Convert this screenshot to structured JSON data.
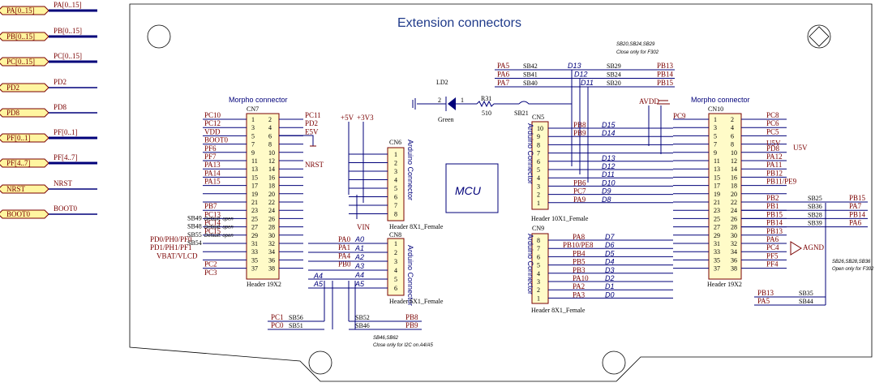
{
  "title": "Extension connectors",
  "ports": [
    "PA[0..15]",
    "PB[0..15]",
    "PC[0..15]",
    "PD2",
    "PD8",
    "PF[0..1]",
    "PF[4..7]",
    "NRST",
    "BOOT0"
  ],
  "port_nets": [
    "PA[0..15]",
    "PB[0..15]",
    "PC[0..15]",
    "PD2",
    "PD8",
    "PF[0..1]",
    "PF[4..7]",
    "NRST",
    "BOOT0"
  ],
  "mcu": "MCU",
  "cn7": {
    "title": "Morpho connector",
    "ref": "CN7",
    "footer": "Header 19X2",
    "left": [
      "PC10",
      "PC12",
      "VDD",
      "BOOT0",
      "PF6",
      "PF7",
      "PA13",
      "PA14",
      "PA15",
      "",
      "",
      "PB7",
      "PC13",
      "PC14",
      "PC15",
      "PD0/PH0/PF0",
      "PD1/PH1/PF1",
      "VBAT/VLCD",
      "PC2",
      "PC3"
    ],
    "right": [
      "PC11",
      "PD2",
      "E5V",
      "",
      "",
      "",
      "NRST",
      "",
      "",
      "",
      "",
      "",
      "",
      "",
      "",
      "PA0",
      "PA1",
      "PA4",
      "PB0",
      "A4",
      "A5"
    ]
  },
  "cn7_sb": [
    "SB49",
    "SB48",
    "SB55",
    "SB54"
  ],
  "cn7_sb_note": [
    "Default: open",
    "Default: open",
    "Default: open"
  ],
  "cn6": {
    "ref": "CN6",
    "name": "Arduino Connector",
    "footer": "Header 8X1_Female"
  },
  "cn8": {
    "ref": "CN8",
    "name": "Arduino Connector",
    "footer": "Header 6X1_Female"
  },
  "cn8_nets": [
    "A0",
    "A1",
    "A2",
    "A3",
    "A4",
    "A5"
  ],
  "power": [
    "+5V",
    "+3V3",
    "VIN",
    "E5V",
    "U5V",
    "AVDD",
    "AGND"
  ],
  "led": {
    "ref": "LD2",
    "color": "Green",
    "r": "R31",
    "r_val": "510",
    "sb": "SB21",
    "pin1": "1",
    "pin2": "2"
  },
  "bottom_sb": {
    "left": [
      [
        "PC1",
        "SB56"
      ],
      [
        "PC0",
        "SB51"
      ]
    ],
    "right": [
      [
        "SB52",
        "PB8"
      ],
      [
        "SB46",
        "PB9"
      ]
    ],
    "note": "SB46,SB62\nClose only for I2C on A4/A5"
  },
  "top_sb": {
    "note1": "SB20,SB24,SB29",
    "note2": "Close only for F302",
    "rows": [
      [
        "PA5",
        "SB42",
        "D13",
        "SB29",
        "PB13"
      ],
      [
        "PA6",
        "SB41",
        "D12",
        "SB24",
        "PB14"
      ],
      [
        "PA7",
        "SB40",
        "D11",
        "SB20",
        "PB15"
      ]
    ]
  },
  "cn5": {
    "ref": "CN5",
    "name": "Arduino Connector",
    "footer": "Header 10X1_Female",
    "nets": [
      [
        "PB8",
        "D15"
      ],
      [
        "PB9",
        "D14"
      ],
      [
        "",
        ""
      ],
      [
        "",
        ""
      ],
      [
        "",
        "D13"
      ],
      [
        "",
        "D12"
      ],
      [
        "",
        "D11"
      ],
      [
        "PB6",
        "D10"
      ],
      [
        "PC7",
        "D9"
      ],
      [
        "PA9",
        "D8"
      ]
    ]
  },
  "cn9": {
    "ref": "CN9",
    "name": "Arduino Connector",
    "footer": "Header 8X1_Female",
    "nets": [
      [
        "PA8",
        "D7"
      ],
      [
        "PB10/PE8",
        "D6"
      ],
      [
        "PB4",
        "D5"
      ],
      [
        "PB5",
        "D4"
      ],
      [
        "PB3",
        "D3"
      ],
      [
        "PA10",
        "D2"
      ],
      [
        "PA2",
        "D1"
      ],
      [
        "PA3",
        "D0"
      ]
    ]
  },
  "cn10": {
    "title": "Morpho connector",
    "ref": "CN10",
    "footer": "Header 19X2",
    "left": [
      "PC9"
    ],
    "right": [
      "PC8",
      "PC6",
      "PC5",
      "U5V",
      "PD8",
      "PA12",
      "PA11",
      "PB12",
      "PB11/PE9",
      "PB2",
      "PB1",
      "PB15",
      "PB14",
      "PB13",
      "PA6",
      "PC4",
      "PF5",
      "PF4"
    ]
  },
  "cn10_sb": [
    [
      "SB25",
      "PB15"
    ],
    [
      "SB36",
      "PA7"
    ],
    [
      "SB28",
      "PB14"
    ],
    [
      "SB39",
      "PA6"
    ]
  ],
  "cn10_sb_note": "SB26,SB28,SB36\nOpen only for F302",
  "cn10_bottom": [
    [
      "PB13",
      "SB35"
    ],
    [
      "PA5",
      "SB44"
    ]
  ],
  "pin_numbers_odd": [
    "1",
    "3",
    "5",
    "7",
    "9",
    "11",
    "13",
    "15",
    "17",
    "19",
    "21",
    "23",
    "25",
    "27",
    "29",
    "31",
    "33",
    "35",
    "37"
  ],
  "pin_numbers_even": [
    "2",
    "4",
    "6",
    "8",
    "10",
    "12",
    "14",
    "16",
    "18",
    "20",
    "22",
    "24",
    "26",
    "28",
    "30",
    "32",
    "34",
    "36",
    "38"
  ]
}
